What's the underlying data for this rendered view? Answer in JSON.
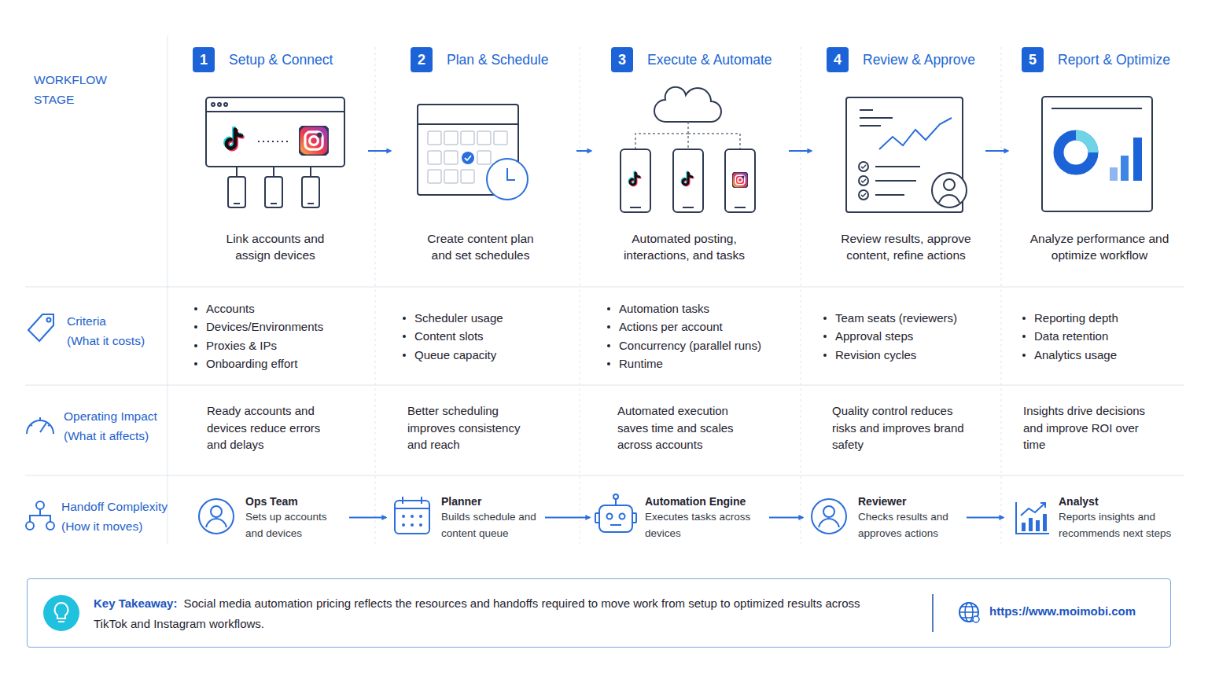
{
  "diagram": {
    "nodes": [
      {
        "text": [
          "Setup & Connect",
          "Link accounts and assign devices"
        ]
      },
      {
        "text": [
          "1"
        ],
        "in": 0
      },
      {
        "text": [
          "Plan & Schedule",
          "Create content plan and set schedules"
        ]
      },
      {
        "text": [
          "2"
        ],
        "in": 2
      },
      {
        "text": [
          "Execute & Automate",
          "Automated posting, interactions, and tasks"
        ]
      },
      {
        "text": [
          "3"
        ],
        "in": 4
      },
      {
        "text": [
          "Review & Approve",
          "Review results, approve content, refine actions"
        ]
      },
      {
        "text": [
          "4"
        ],
        "in": 6
      },
      {
        "text": [
          "Report & Optimize",
          "Analyze performance and optimize workflow"
        ]
      },
      {
        "text": [
          "5"
        ],
        "in": 8
      },
      {
        "text": [
          "Ops Team",
          "Sets up accounts and devices"
        ]
      },
      {
        "text": [
          "Planner",
          "Builds schedule and content queue"
        ]
      },
      {
        "text": [
          "Automation Engine",
          "Executes tasks across devices"
        ]
      },
      {
        "text": [
          "Reviewer",
          "Checks results and approves actions"
        ]
      },
      {
        "text": [
          "Analyst",
          "Reports insights and recommends next steps"
        ]
      },
      {
        "text": [
          "Key Takeaway:",
          "Social media automation pricing reflects the resources and handoffs required to move work from setup to optimized results across TikTok and Instagram workflows.",
          "https://www.moimobi.com"
        ]
      }
    ],
    "edges": [
      {
        "from": 0,
        "to": 2,
        "arrow": "to"
      },
      {
        "from": 2,
        "to": 4,
        "arrow": "to"
      },
      {
        "from": 4,
        "to": 6,
        "arrow": "to"
      },
      {
        "from": 6,
        "to": 8,
        "arrow": "to"
      },
      {
        "from": 10,
        "to": 11,
        "arrow": "to"
      },
      {
        "from": 11,
        "to": 12,
        "arrow": "to"
      },
      {
        "from": 12,
        "to": 13,
        "arrow": "to"
      },
      {
        "from": 13,
        "to": 14,
        "arrow": "to"
      }
    ],
    "labels": [
      "WORKFLOW STAGE",
      "Criteria",
      "(What it costs)",
      "Accounts",
      "Devices/Environments",
      "Proxies & IPs",
      "Onboarding effort",
      "Scheduler usage",
      "Content slots",
      "Queue capacity",
      "Automation tasks",
      "Actions per account",
      "Concurrency (parallel runs)",
      "Runtime",
      "Team seats (reviewers)",
      "Approval steps",
      "Revision cycles",
      "Reporting depth",
      "Data retention",
      "Analytics usage",
      "Operating Impact",
      "(What it affects)",
      "Ready accounts and devices reduce errors and delays",
      "Better scheduling improves consistency and reach",
      "Automated execution saves time and scales across accounts",
      "Quality control reduces risks and improves brand safety",
      "Insights drive decisions and improve ROI over time",
      "Handoff Complexity",
      "(How it moves)"
    ]
  }
}
